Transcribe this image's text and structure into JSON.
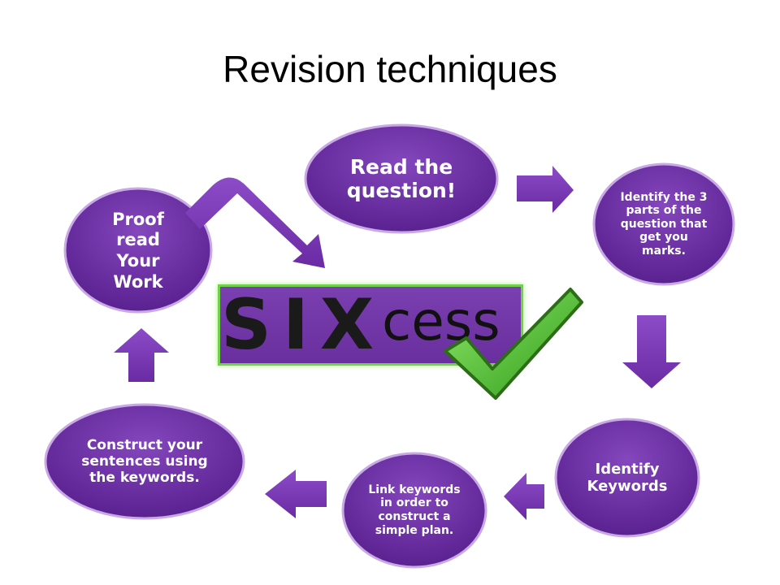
{
  "title": "Revision techniques",
  "center": {
    "six": "SIX",
    "cess": "cess"
  },
  "colors": {
    "node_fill": "#6b2d9e",
    "node_edge": "#8d55c4",
    "arrow_fill": "#7b38b5",
    "box_border": "#6fd24a",
    "check_fill": "#4cc22a"
  },
  "nodes": [
    {
      "id": "read-question",
      "lines": [
        "Read the",
        "question!"
      ]
    },
    {
      "id": "identify-parts",
      "lines": [
        "Identify the 3",
        "parts of the",
        "question that",
        "get you",
        "marks."
      ]
    },
    {
      "id": "identify-keywords",
      "lines": [
        "Identify",
        "Keywords"
      ]
    },
    {
      "id": "link-keywords",
      "lines": [
        "Link keywords",
        "in order to",
        "construct a",
        "simple plan."
      ]
    },
    {
      "id": "construct-sentences",
      "lines": [
        "Construct your",
        "sentences using",
        "the keywords."
      ]
    },
    {
      "id": "proof-read",
      "lines": [
        "Proof",
        "read",
        "Your",
        "Work"
      ]
    }
  ]
}
